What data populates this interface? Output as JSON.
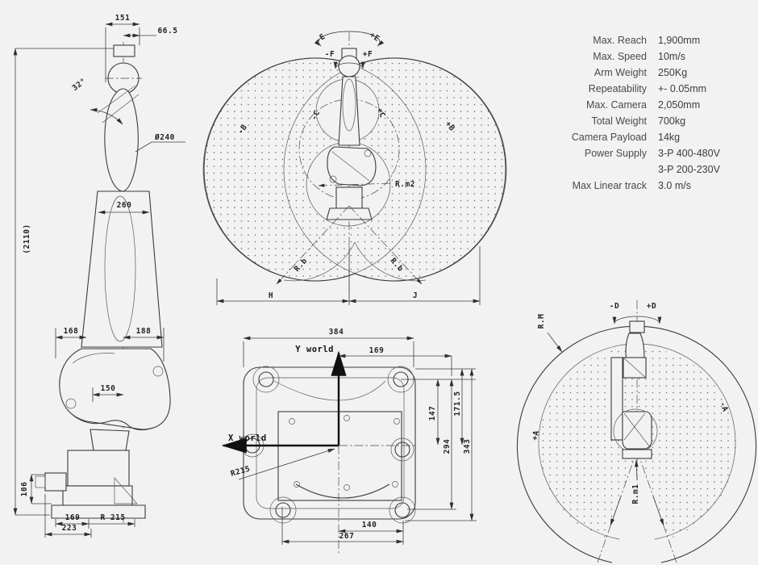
{
  "colors": {
    "background": "#f2f2f2",
    "line": "#3b3b3b",
    "axis": "#101010",
    "text": "#242424"
  },
  "specs": {
    "rows": [
      {
        "label": "Max. Reach",
        "value": "1,900mm"
      },
      {
        "label": "Max. Speed",
        "value": "10m/s"
      },
      {
        "label": "Arm Weight",
        "value": "250Kg"
      },
      {
        "label": "Repeatability",
        "value": "+- 0.05mm"
      },
      {
        "label": "Max. Camera",
        "value": "2,050mm"
      },
      {
        "label": "Total Weight",
        "value": "700kg"
      },
      {
        "label": "Camera Payload",
        "value": "14kg"
      },
      {
        "label": "Power Supply",
        "value": "3-P 400-480V"
      },
      {
        "label": "",
        "value": "3-P 200-230V"
      },
      {
        "label": "Max Linear track",
        "value": "3.0 m/s"
      }
    ]
  },
  "side_view": {
    "dims": {
      "d151": "151",
      "d66_5": "66.5",
      "angle32": "32°",
      "dia240": "Ø240",
      "d260": "260",
      "d2110": "(2110)",
      "d168": "168",
      "d188": "188",
      "d150": "150",
      "d106": "106",
      "d169": "169",
      "r215": "R 215",
      "d223": "223"
    }
  },
  "top_envelope": {
    "labels": {
      "e_neg": "-E",
      "e_pos": "+E",
      "f_neg": "-F",
      "f_pos": "+F",
      "b_neg": "-B",
      "b_pos": "+B",
      "c_neg": "-C",
      "c_pos": "+C",
      "r_m2": "R.m2",
      "r_b_left": "R.b",
      "r_b_right": "R.b",
      "h": "H",
      "j": "J"
    }
  },
  "plan_view": {
    "axes": {
      "x": "X world",
      "y": "Y world"
    },
    "dims": {
      "d384": "384",
      "d169": "169",
      "d147": "147",
      "d171_5": "171.5",
      "d294": "294",
      "d343": "343",
      "d140": "140",
      "d267": "267",
      "r215": "R215"
    }
  },
  "side_envelope": {
    "labels": {
      "d_neg": "-D",
      "d_pos": "+D",
      "r_m": "R.M",
      "a_pos": "+A",
      "a_neg": "-A",
      "r_m1": "R.m1"
    }
  }
}
